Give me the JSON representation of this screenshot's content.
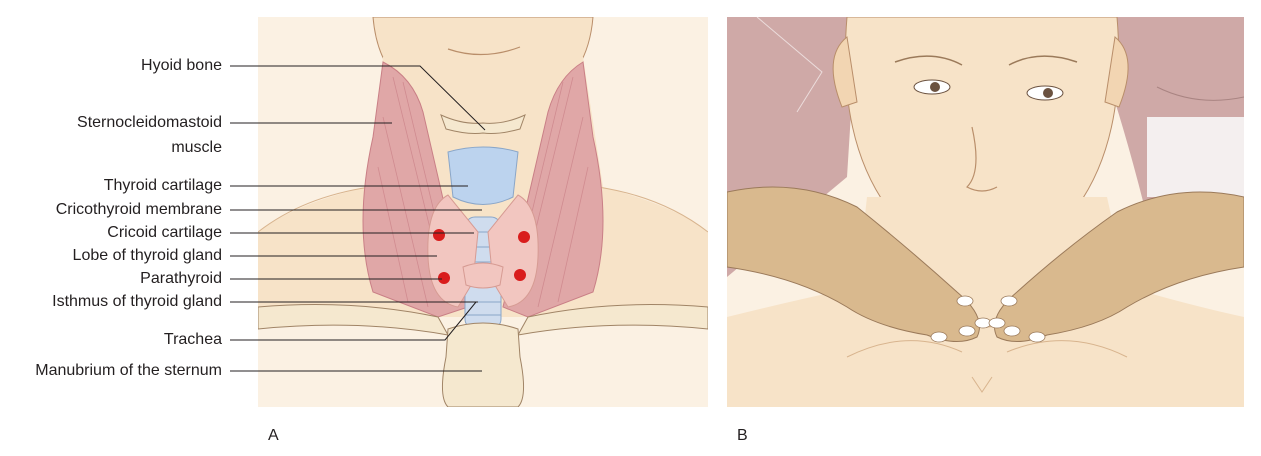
{
  "figure": {
    "panel_a": {
      "label": "A",
      "annotations": [
        {
          "id": "hyoid",
          "text": "Hyoid bone"
        },
        {
          "id": "scm",
          "text": "Sternocleidomastoid",
          "text2": "muscle"
        },
        {
          "id": "thyroid_cartilage",
          "text": "Thyroid cartilage"
        },
        {
          "id": "cricothyroid",
          "text": "Cricothyroid membrane"
        },
        {
          "id": "cricoid",
          "text": "Cricoid cartilage"
        },
        {
          "id": "lobe",
          "text": "Lobe of thyroid gland"
        },
        {
          "id": "parathyroid",
          "text": "Parathyroid"
        },
        {
          "id": "isthmus",
          "text": "Isthmus of thyroid gland"
        },
        {
          "id": "trachea",
          "text": "Trachea"
        },
        {
          "id": "manubrium",
          "text": "Manubrium of the sternum"
        }
      ]
    },
    "panel_b": {
      "label": "B"
    },
    "colors": {
      "skin": "#f7e3c8",
      "skin_shadow": "#e9c9a3",
      "muscle": "#e0a7a7",
      "muscle_line": "#c97f86",
      "thyroid": "#f2c6c0",
      "parathyroid": "#d91c1c",
      "cartilage": "#bcd3ee",
      "bone": "#f5e8cf",
      "examiner_skin": "#d9b98e",
      "background_mauve": "#cfa9a7"
    }
  }
}
